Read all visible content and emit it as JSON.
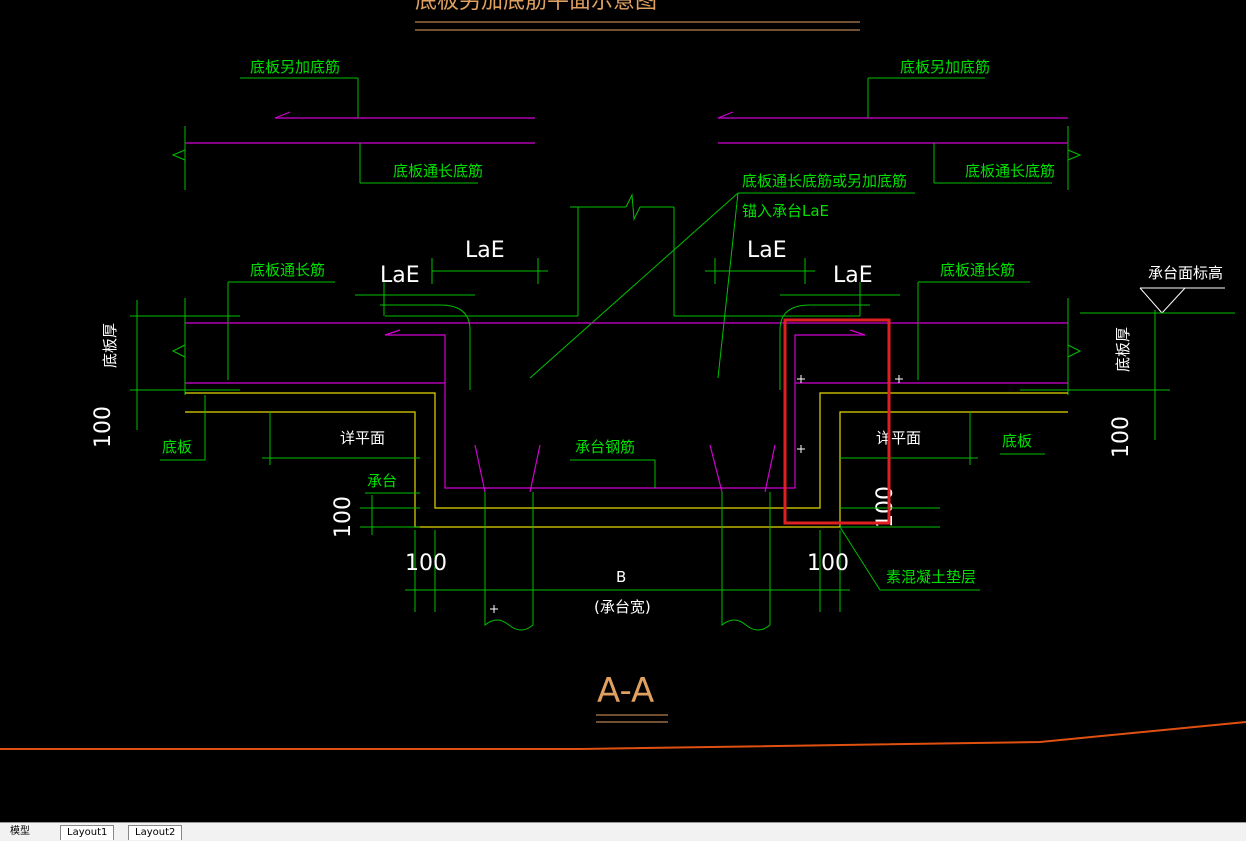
{
  "drawing": {
    "title_top": "底板另加底筋平面示意图",
    "section_title": "A-A",
    "labels": {
      "extra_bottom_left": "底板另加底筋",
      "extra_bottom_right": "底板另加底筋",
      "cont_bottom_upper_left": "底板通长底筋",
      "cont_bottom_upper_right": "底板通长底筋",
      "cont_or_extra": "底板通长底筋或另加底筋",
      "anchor": "锚入承台LaE",
      "lae_1": "LaE",
      "lae_2": "LaE",
      "lae_3": "LaE",
      "lae_4": "LaE",
      "cont_long_left": "底板通长筋",
      "cont_long_right": "底板通长筋",
      "cap_top_elev": "承台面标高",
      "slab_thick_left": "底板厚",
      "slab_thick_right": "底板厚",
      "dim_100_left": "100",
      "dim_100_right": "100",
      "slab_left": "底板",
      "slab_right": "底板",
      "detail_left": "详平面",
      "detail_right": "详平面",
      "cap_rebar": "承台钢筋",
      "cap": "承台",
      "dim_100_cap": "100",
      "dim_100_cap_right": "100",
      "dim_100_bl": "100",
      "dim_100_br": "100",
      "width_b": "B",
      "width_label": "(承台宽)",
      "plain_concrete": "素混凝土垫层"
    }
  },
  "tabs": {
    "model": "模型",
    "layout1": "Layout1",
    "layout2": "Layout2"
  },
  "colors": {
    "background": "#000000",
    "green": "#00c000",
    "magenta": "#d000d0",
    "yellow": "#e6d800",
    "highlight": "#e02020",
    "orange_line": "#e05010"
  }
}
